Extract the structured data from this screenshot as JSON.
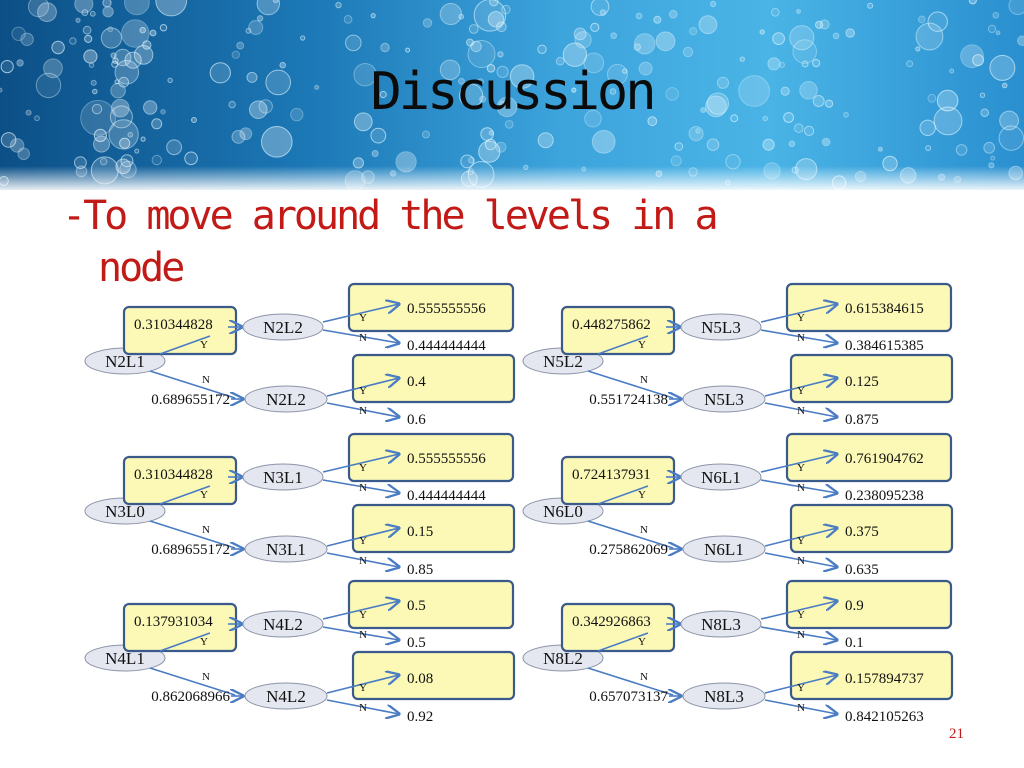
{
  "slide": {
    "title": "Discussion",
    "bullet_line1": "-To move around the levels in a",
    "bullet_line2": "node",
    "page_number": "21"
  },
  "colors": {
    "title": "#0b0b0b",
    "bullet": "#c21a16",
    "box_fill": "#fbf9b5",
    "box_border": "#3a5a8c",
    "arrow": "#4a7cc4",
    "node_fill": "#e4e7f0"
  },
  "edge_labels": {
    "yes": "Y",
    "no": "N"
  },
  "diagrams": [
    {
      "root": "N2L1",
      "top_node": "N2L2",
      "bottom_node": "N2L2",
      "p_yes": "0.310344828",
      "p_no": "0.689655172",
      "top_y": "0.555555556",
      "top_n": "0.444444444",
      "bottom_y": "0.4",
      "bottom_n": "0.6"
    },
    {
      "root": "N3L0",
      "top_node": "N3L1",
      "bottom_node": "N3L1",
      "p_yes": "0.310344828",
      "p_no": "0.689655172",
      "top_y": "0.555555556",
      "top_n": "0.444444444",
      "bottom_y": "0.15",
      "bottom_n": "0.85"
    },
    {
      "root": "N4L1",
      "top_node": "N4L2",
      "bottom_node": "N4L2",
      "p_yes": "0.137931034",
      "p_no": "0.862068966",
      "top_y": "0.5",
      "top_n": "0.5",
      "bottom_y": "0.08",
      "bottom_n": "0.92"
    },
    {
      "root": "N5L2",
      "top_node": "N5L3",
      "bottom_node": "N5L3",
      "p_yes": "0.448275862",
      "p_no": "0.551724138",
      "top_y": "0.615384615",
      "top_n": "0.384615385",
      "bottom_y": "0.125",
      "bottom_n": "0.875"
    },
    {
      "root": "N6L0",
      "top_node": "N6L1",
      "bottom_node": "N6L1",
      "p_yes": "0.724137931",
      "p_no": "0.275862069",
      "top_y": "0.761904762",
      "top_n": "0.238095238",
      "bottom_y": "0.375",
      "bottom_n": "0.635"
    },
    {
      "root": "N8L2",
      "top_node": "N8L3",
      "bottom_node": "N8L3",
      "p_yes": "0.342926863",
      "p_no": "0.657073137",
      "top_y": "0.9",
      "top_n": "0.1",
      "bottom_y": "0.157894737",
      "bottom_n": "0.842105263"
    }
  ]
}
